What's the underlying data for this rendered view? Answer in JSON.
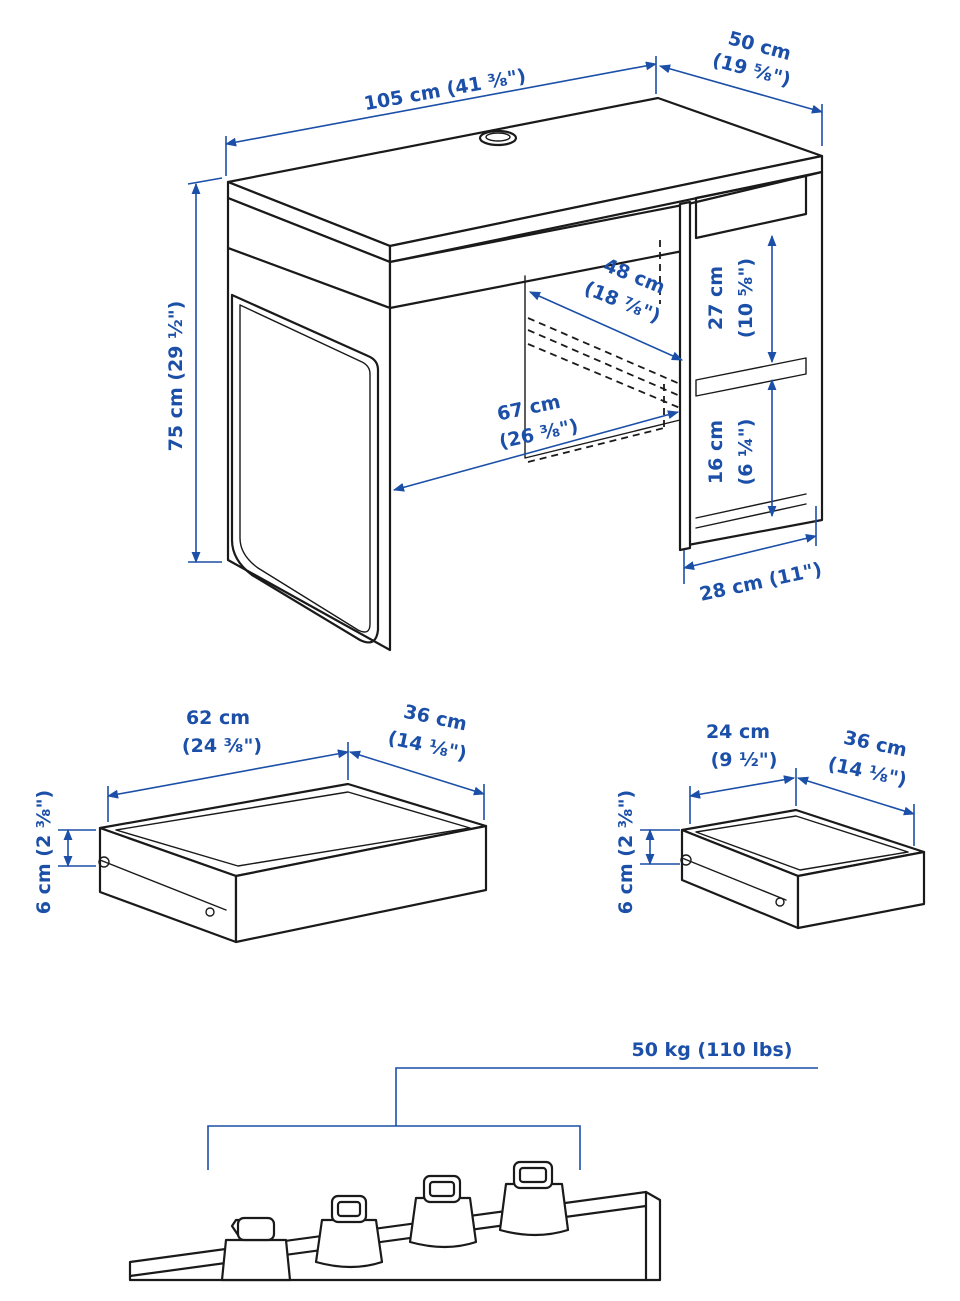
{
  "colors": {
    "dimension": "#1b4fa8",
    "line": "#1a1a1a",
    "background": "#ffffff"
  },
  "desk": {
    "width": "105 cm (41 ³⁄₈\")",
    "depth_cm": "50 cm",
    "depth_in": "(19 ⁵⁄₈\")",
    "height": "75 cm (29 ½\")",
    "shelf_depth_cm": "48 cm",
    "shelf_depth_in": "(18 ⁷⁄₈\")",
    "opening_width_cm": "67 cm",
    "opening_width_in": "(26 ³⁄₈\")",
    "upper_comp_cm": "27 cm",
    "upper_comp_in": "(10 ⁵⁄₈\")",
    "lower_comp_cm": "16 cm",
    "lower_comp_in": "(6 ¼\")",
    "cabinet_width": "28 cm (11\")"
  },
  "large_drawer": {
    "width_cm": "62 cm",
    "width_in": "(24 ³⁄₈\")",
    "depth_cm": "36 cm",
    "depth_in": "(14 ⅛\")",
    "height": "6 cm (2 ³⁄₈\")"
  },
  "small_drawer": {
    "width_cm": "24 cm",
    "width_in": "(9 ½\")",
    "depth_cm": "36 cm",
    "depth_in": "(14 ⅛\")",
    "height": "6 cm (2 ³⁄₈\")"
  },
  "load": {
    "max_load": "50 kg (110 lbs)"
  },
  "icons": [
    "desk-drawing",
    "drawer-drawing",
    "weight-icon"
  ]
}
